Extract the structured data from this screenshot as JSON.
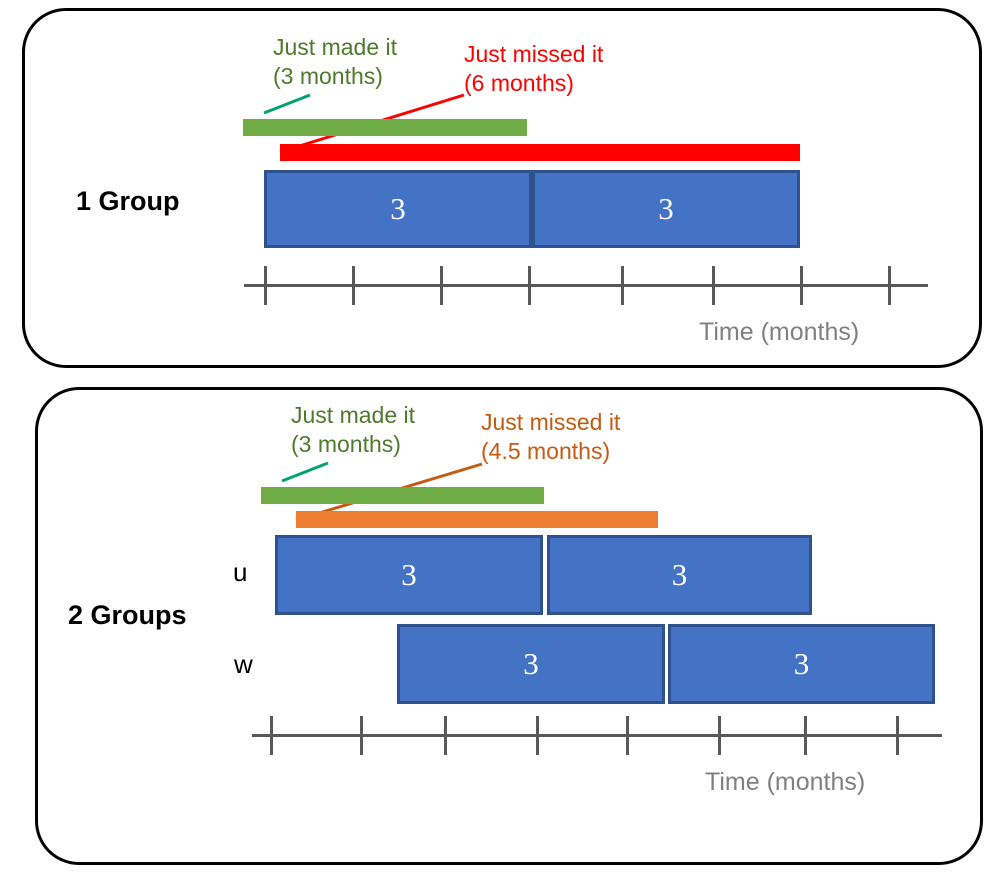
{
  "diagram": {
    "title_absent": true,
    "colors": {
      "green_bar": "#70ad47",
      "red_bar": "#ff0000",
      "orange_bar": "#ed7d31",
      "task_fill": "#4472c4",
      "task_border": "#2f528f",
      "axis": "#595959",
      "axis_caption": "#808080",
      "green_text": "#4e7a2c",
      "red_text": "#ff0000",
      "orange_text": "#c55a11",
      "green_leader": "#00a36c",
      "panel_border": "#000000"
    }
  },
  "panels": [
    {
      "id": "one-group",
      "label": "1 Group",
      "annotations": [
        {
          "id": "made-it-1",
          "line1": "Just made it",
          "line2": "(3 months)",
          "months": 3
        },
        {
          "id": "missed-it-1",
          "line1": "Just missed it",
          "line2": "(6 months)",
          "months": 6
        }
      ],
      "bars": [
        {
          "id": "green-bar-1",
          "name": "just-made-it-bar",
          "months": 3,
          "color": "#70ad47"
        },
        {
          "id": "red-bar-1",
          "name": "just-missed-it-bar",
          "months": 6,
          "color": "#ff0000"
        }
      ],
      "rows": [
        {
          "row_label": "",
          "tasks": [
            {
              "duration": "3"
            },
            {
              "duration": "3"
            }
          ]
        }
      ],
      "axis": {
        "caption": "Time (months)",
        "tick_count": 8,
        "ticks": [
          "",
          "",
          "",
          "",
          "",
          "",
          "",
          ""
        ]
      }
    },
    {
      "id": "two-groups",
      "label": "2 Groups",
      "annotations": [
        {
          "id": "made-it-2",
          "line1": "Just made it",
          "line2": "(3 months)",
          "months": 3
        },
        {
          "id": "missed-it-2",
          "line1": "Just missed it",
          "line2": "(4.5 months)",
          "months": 4.5
        }
      ],
      "bars": [
        {
          "id": "green-bar-2",
          "name": "just-made-it-bar",
          "months": 3,
          "color": "#70ad47"
        },
        {
          "id": "orange-bar-2",
          "name": "just-missed-it-bar",
          "months": 4.5,
          "color": "#ed7d31"
        }
      ],
      "rows": [
        {
          "row_label": "u",
          "tasks": [
            {
              "duration": "3"
            },
            {
              "duration": "3"
            }
          ]
        },
        {
          "row_label": "w",
          "tasks": [
            {
              "duration": "3"
            },
            {
              "duration": "3"
            }
          ]
        }
      ],
      "axis": {
        "caption": "Time (months)",
        "tick_count": 8,
        "ticks": [
          "",
          "",
          "",
          "",
          "",
          "",
          "",
          ""
        ]
      }
    }
  ]
}
